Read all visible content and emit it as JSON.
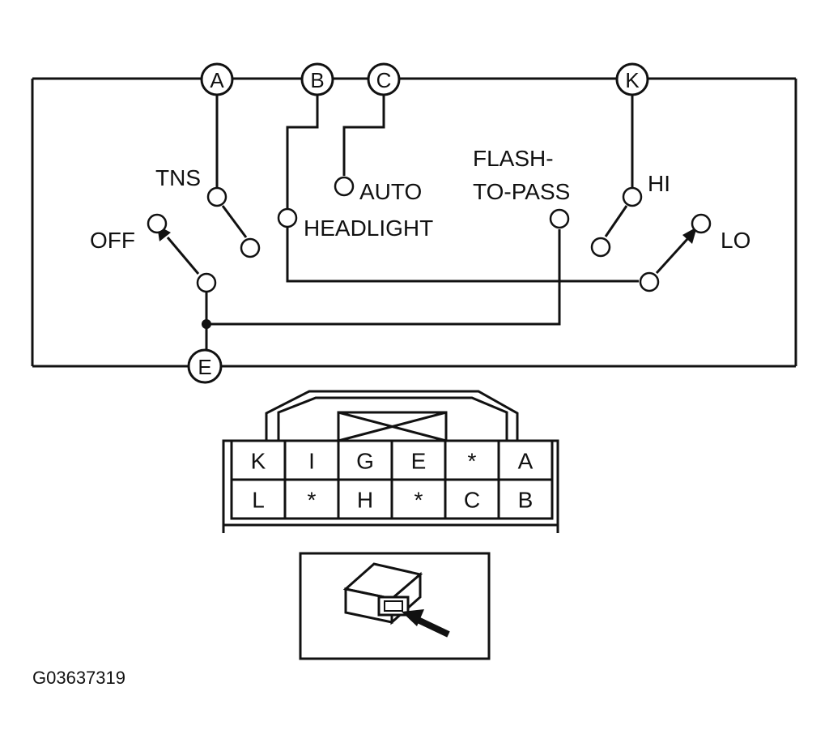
{
  "terminals": [
    "A",
    "B",
    "C",
    "K",
    "E"
  ],
  "switch_labels": {
    "tns": "TNS",
    "off": "OFF",
    "auto": "AUTO",
    "headlight": "HEADLIGHT",
    "flash_line1": "FLASH-",
    "flash_line2": "TO-PASS",
    "hi": "HI",
    "lo": "LO"
  },
  "connector": {
    "top_row": [
      "K",
      "I",
      "G",
      "E",
      "*",
      "A"
    ],
    "bottom_row": [
      "L",
      "*",
      "H",
      "*",
      "C",
      "B"
    ]
  },
  "figure_code": "G03637319"
}
